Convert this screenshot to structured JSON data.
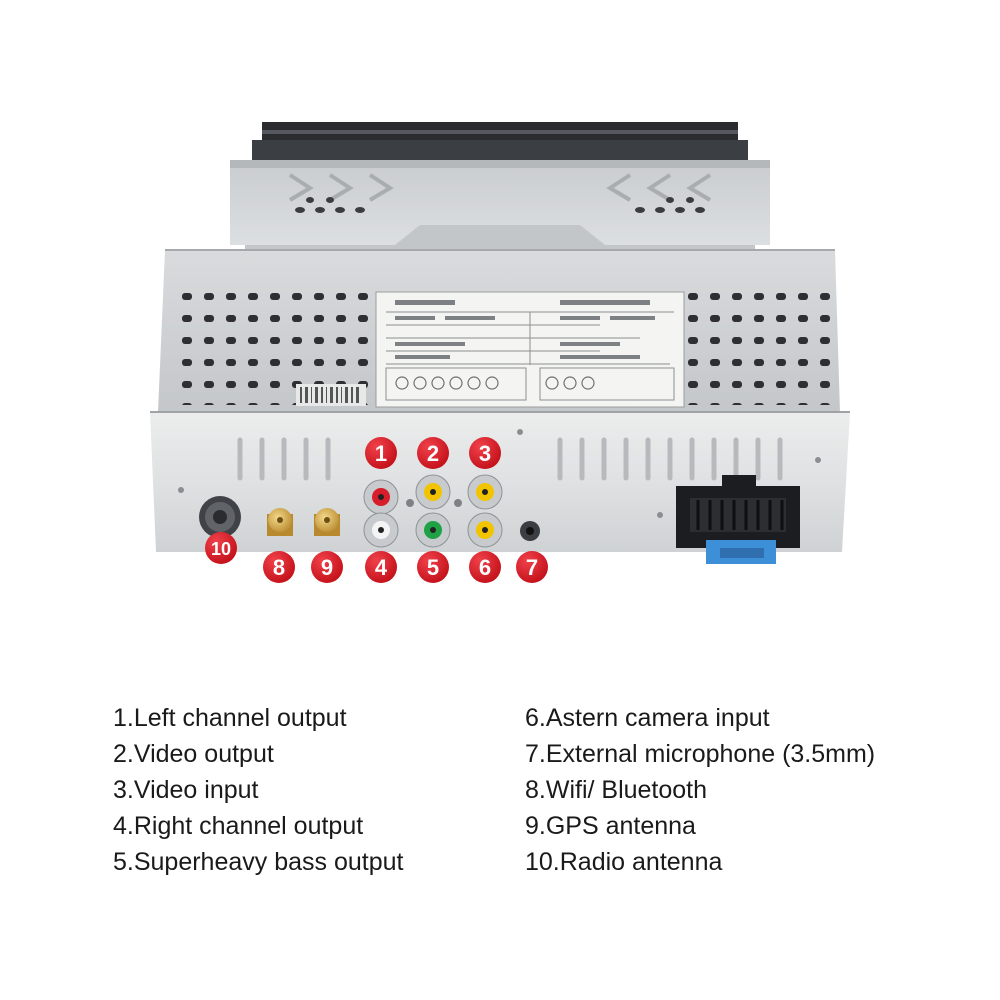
{
  "markers": [
    "1",
    "2",
    "3",
    "4",
    "5",
    "6",
    "7",
    "8",
    "9",
    "10"
  ],
  "legend": {
    "left": [
      "1.Left channel output",
      "2.Video output",
      "3.Video input",
      "4.Right channel output",
      "5.Superheavy bass output"
    ],
    "right": [
      "6.Astern camera input",
      "7.External microphone (3.5mm)",
      "8.Wifi/ Bluetooth",
      "9.GPS antenna",
      "10.Radio antenna"
    ]
  },
  "colors": {
    "marker": "#d6131c",
    "rca_red": "#d81e2a",
    "rca_yellow": "#f2c400",
    "rca_white": "#f4f4f4",
    "rca_green": "#1fa246",
    "connector_blue": "#3d8fd8"
  }
}
